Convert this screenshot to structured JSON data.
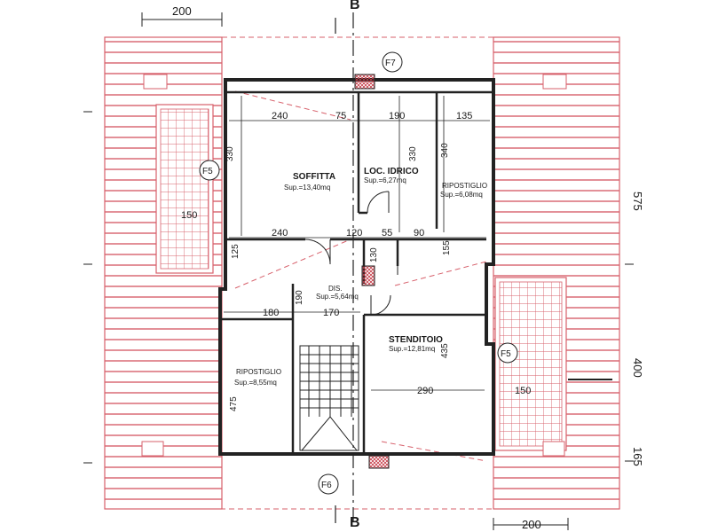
{
  "colors": {
    "roof": "#d7606b",
    "wall": "#222222",
    "dashed": "#d7606b",
    "hatch": "#c63c48"
  },
  "outer_dims": {
    "top_left": "200",
    "bottom_right": "200",
    "right_top_partial": "575",
    "right_mid_partial": "400",
    "right_bottom_partial": "165"
  },
  "section": {
    "top": "B",
    "bottom": "B"
  },
  "markers": {
    "f7": "F7",
    "f5_left": "F5",
    "f5_right": "F5",
    "f6": "F6"
  },
  "rooms": {
    "soffitta": {
      "name": "SOFFITTA",
      "area": "Sup.=13,40mq"
    },
    "loc_idrico": {
      "name": "LOC. IDRICO",
      "area": "Sup.=6,27mq"
    },
    "ripostiglio_top": {
      "name": "RIPOSTIGLIO",
      "area": "Sup.=6,08mq"
    },
    "dis": {
      "name": "DIS.",
      "area": "Sup.=5,64mq"
    },
    "ripostiglio_left": {
      "name": "RIPOSTIGLIO",
      "area": "Sup.=8,55mq"
    },
    "stenditoio": {
      "name": "STENDITOIO",
      "area": "Sup.=12,81mq"
    }
  },
  "dims": {
    "d240_top": "240",
    "d75": "75",
    "d190_top": "190",
    "d135": "135",
    "d330_left": "330",
    "d330_mid": "330",
    "d340": "340",
    "d150_left": "150",
    "d240_mid": "240",
    "d120": "120",
    "d55": "55",
    "d90": "90",
    "d125": "125",
    "d130": "130",
    "d155": "155",
    "d180": "180",
    "d190_mid": "190",
    "d170": "170",
    "d435": "435",
    "d475": "475",
    "d290": "290",
    "d150_right": "150"
  }
}
